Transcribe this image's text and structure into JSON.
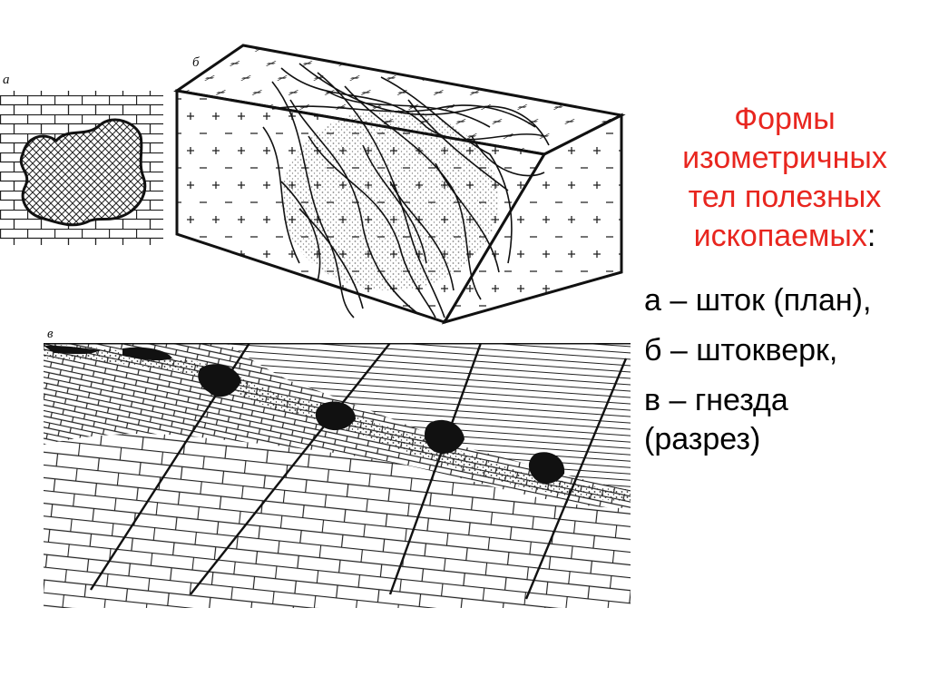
{
  "figure_labels": {
    "a": "а",
    "b": "б",
    "v": "в"
  },
  "caption": {
    "title_lines": [
      "Формы",
      "изометричных",
      "тел полезных",
      "ископаемых"
    ],
    "title_suffix": ":",
    "legend": [
      "а – шток (план),",
      "б – штокверк,",
      "в – гнезда",
      "(разрез)"
    ]
  },
  "colors": {
    "title": "#e8261f",
    "ink": "#111111",
    "text": "#000000"
  },
  "icons": {
    "crosses": "granite-cross-symbol"
  }
}
